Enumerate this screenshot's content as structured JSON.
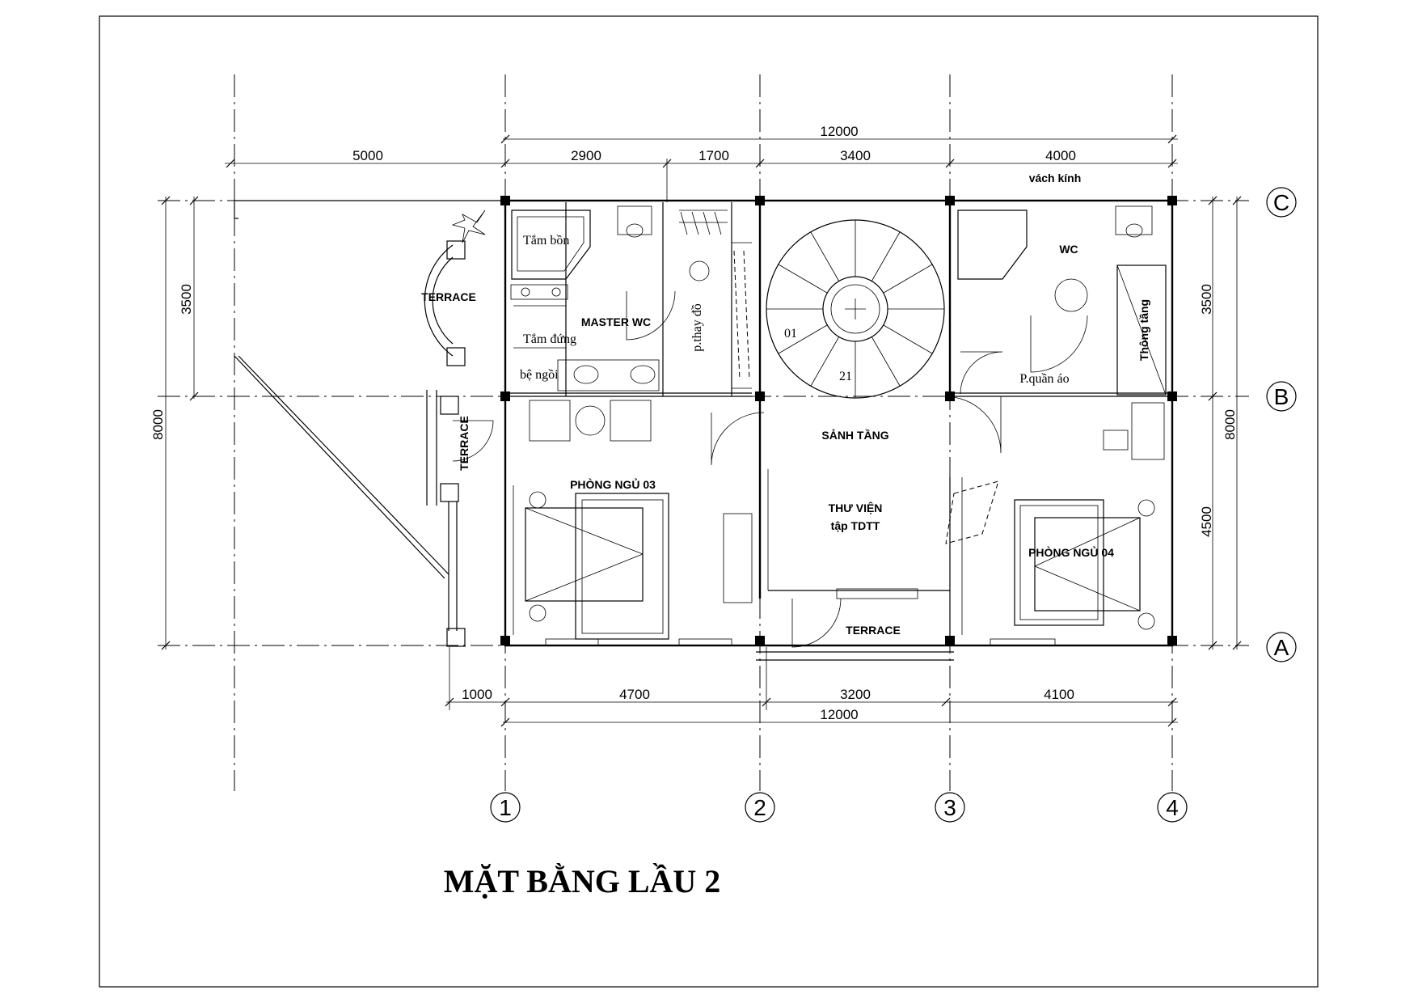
{
  "title": "MẶT BẰNG LẦU 2",
  "grid_labels": {
    "cols": [
      "1",
      "2",
      "3",
      "4"
    ],
    "rows": [
      "C",
      "B",
      "A"
    ]
  },
  "dimensions": {
    "top_total": "12000",
    "top": [
      "5000",
      "2900",
      "1700",
      "3400",
      "4000"
    ],
    "bottom": [
      "1000",
      "4700",
      "3200",
      "4100"
    ],
    "bottom_total": "12000",
    "left": [
      "3500",
      "8000"
    ],
    "right": [
      "3500",
      "8000",
      "4500"
    ]
  },
  "rooms": {
    "terrace_left": "TERRACE",
    "terrace_side": "TERRACE",
    "master_wc": "MASTER WC",
    "wc": "WC",
    "bedroom_03": "PHÒNG NGỦ 03",
    "bedroom_04": "PHÒNG NGỦ 04",
    "lobby": "SẢNH TẦNG",
    "library_1": "THƯ VIỆN",
    "library_2": "tập TDTT",
    "terrace_bottom": "TERRACE"
  },
  "notes": {
    "bathtub": "Tắm bồn",
    "shower": "Tắm đứng",
    "toilet": "bệ ngồi",
    "changing": "p.thay đồ",
    "wardrobe": "P.quần áo",
    "glass_wall": "vách kính",
    "ventilation": "Thông tầng",
    "stair_start": "01",
    "stair_end": "21"
  }
}
